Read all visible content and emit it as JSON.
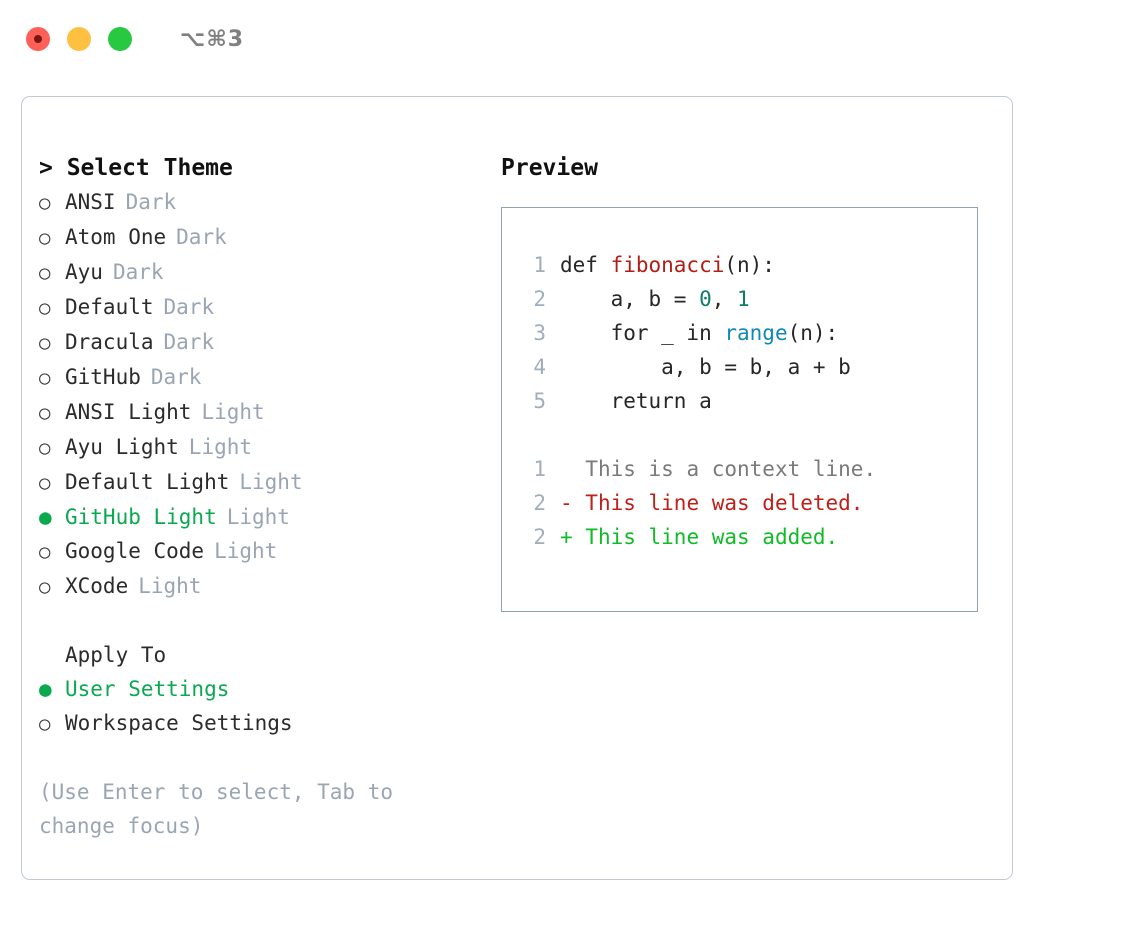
{
  "titlebar": {
    "shortcut": "⌥⌘3",
    "traffic_lights": [
      {
        "name": "close",
        "color": "#fc6058"
      },
      {
        "name": "minimize",
        "color": "#fec041"
      },
      {
        "name": "maximize",
        "color": "#28c840"
      }
    ]
  },
  "theme_picker": {
    "heading": "> Select Theme",
    "bullet_unselected": "○",
    "bullet_selected": "●",
    "items": [
      {
        "label": "ANSI",
        "tag": "Dark",
        "selected": false
      },
      {
        "label": "Atom One",
        "tag": "Dark",
        "selected": false
      },
      {
        "label": "Ayu",
        "tag": "Dark",
        "selected": false
      },
      {
        "label": "Default",
        "tag": "Dark",
        "selected": false
      },
      {
        "label": "Dracula",
        "tag": "Dark",
        "selected": false
      },
      {
        "label": "GitHub",
        "tag": "Dark",
        "selected": false
      },
      {
        "label": "ANSI Light",
        "tag": "Light",
        "selected": false
      },
      {
        "label": "Ayu Light",
        "tag": "Light",
        "selected": false
      },
      {
        "label": "Default Light",
        "tag": "Light",
        "selected": false
      },
      {
        "label": "GitHub Light",
        "tag": "Light",
        "selected": true
      },
      {
        "label": "Google Code",
        "tag": "Light",
        "selected": false
      },
      {
        "label": "XCode",
        "tag": "Light",
        "selected": false
      }
    ]
  },
  "apply_to": {
    "heading": "Apply To",
    "options": [
      {
        "label": "User Settings",
        "selected": true
      },
      {
        "label": "Workspace Settings",
        "selected": false
      }
    ]
  },
  "hint": "(Use Enter to select, Tab to change focus)",
  "preview": {
    "title": "Preview",
    "code_lines": [
      {
        "no": "1",
        "tokens": [
          {
            "t": "def ",
            "c": "kw"
          },
          {
            "t": "fibonacci",
            "c": "fn"
          },
          {
            "t": "(n):",
            "c": "plain"
          }
        ]
      },
      {
        "no": "2",
        "tokens": [
          {
            "t": "    a, b = ",
            "c": "plain"
          },
          {
            "t": "0",
            "c": "num"
          },
          {
            "t": ", ",
            "c": "plain"
          },
          {
            "t": "1",
            "c": "num"
          }
        ]
      },
      {
        "no": "3",
        "tokens": [
          {
            "t": "    for _ in ",
            "c": "kw"
          },
          {
            "t": "range",
            "c": "call"
          },
          {
            "t": "(n):",
            "c": "plain"
          }
        ]
      },
      {
        "no": "4",
        "tokens": [
          {
            "t": "        a, b = b, a + b",
            "c": "plain"
          }
        ]
      },
      {
        "no": "5",
        "tokens": [
          {
            "t": "    return a",
            "c": "kw"
          }
        ]
      }
    ],
    "diff_lines": [
      {
        "no": "1",
        "marker": " ",
        "text": " This is a context line.",
        "kind": "ctx"
      },
      {
        "no": "2",
        "marker": "-",
        "text": " This line was deleted.",
        "kind": "del"
      },
      {
        "no": "2",
        "marker": "+",
        "text": " This line was added.",
        "kind": "add"
      }
    ]
  },
  "colors": {
    "accent_green": "#0aa84f",
    "muted": "#9aa5b4",
    "panel_border": "#c2c9d4",
    "preview_border": "#94a1b2",
    "syntax_function": "#b31d16",
    "syntax_number": "#0f7b6c",
    "syntax_call": "#0f87b8",
    "diff_added": "#10bb28",
    "diff_deleted": "#c0201a"
  }
}
